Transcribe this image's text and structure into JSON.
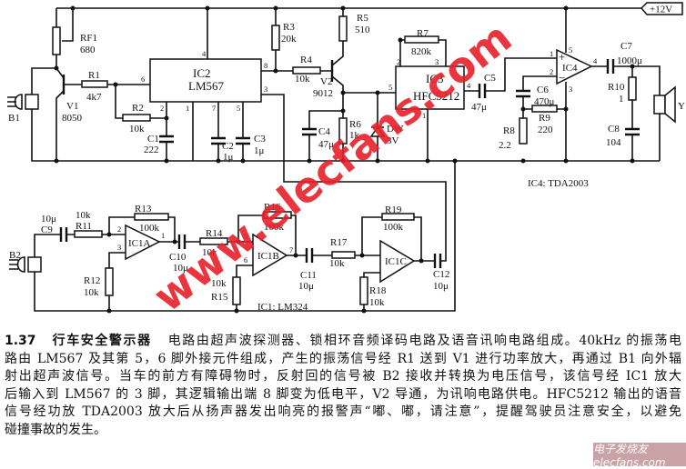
{
  "diagram": {
    "supply": "+12V",
    "RF1": {
      "name": "RF1",
      "value": "680"
    },
    "R1": {
      "name": "R1",
      "value": "4k7"
    },
    "V1": {
      "name": "V1",
      "value": "8050"
    },
    "B1": {
      "name": "B1"
    },
    "R2": {
      "name": "R2",
      "value": "10k"
    },
    "C1": {
      "name": "C1",
      "value": "222"
    },
    "IC2": {
      "name": "IC2",
      "value": "LM567"
    },
    "C2": {
      "name": "C2",
      "value": "1μ"
    },
    "C3": {
      "name": "C3",
      "value": "1μ"
    },
    "R3": {
      "name": "R3",
      "value": "20k"
    },
    "R4": {
      "name": "R4",
      "value": "10k"
    },
    "V2": {
      "name": "V2",
      "value": "9012"
    },
    "R5": {
      "name": "R5",
      "value": "510"
    },
    "C4": {
      "name": "C4",
      "value": "47μ"
    },
    "R6": {
      "name": "R6",
      "value": "1k"
    },
    "DW": {
      "name": "DW",
      "value": "3V"
    },
    "R7": {
      "name": "R7",
      "value": "820k"
    },
    "IC3": {
      "name": "IC3",
      "value": "HFC5212"
    },
    "C5": {
      "name": "C5",
      "value": "47μ"
    },
    "IC4": {
      "name": "IC4"
    },
    "C6": {
      "name": "C6",
      "value": "470μ"
    },
    "R9": {
      "name": "R9",
      "value": "220"
    },
    "R8": {
      "name": "R8",
      "value": "2.2"
    },
    "C7": {
      "name": "C7",
      "value": "1000μ"
    },
    "R10": {
      "name": "R10",
      "value": "1"
    },
    "C8": {
      "name": "C8",
      "value": "104"
    },
    "Y": {
      "name": "Y"
    },
    "ic4_note": "IC4: TDA2003",
    "B2": {
      "name": "B2"
    },
    "C9": {
      "name": "C9",
      "value": "10μ"
    },
    "R11": {
      "name": "R11",
      "value": "10k"
    },
    "R13": {
      "name": "R13",
      "value": "100k"
    },
    "IC1A": {
      "name": "IC1A"
    },
    "R12": {
      "name": "R12",
      "value": "10k"
    },
    "C10": {
      "name": "C10",
      "value": "10μ"
    },
    "R14": {
      "name": "R14",
      "value": "10k"
    },
    "R16": {
      "name": "R16",
      "value": "100k"
    },
    "IC1B": {
      "name": "IC1B"
    },
    "R15": {
      "name": "R15",
      "value": "10k"
    },
    "C11": {
      "name": "C11",
      "value": "10μ"
    },
    "R17": {
      "name": "R17",
      "value": "10k"
    },
    "R19": {
      "name": "R19",
      "value": "100k"
    },
    "IC1C": {
      "name": "IC1C"
    },
    "R18": {
      "name": "R18",
      "value": "10k"
    },
    "C12": {
      "name": "C12",
      "value": "10μ"
    },
    "ic1_note": "IC1: LM324",
    "pins": {
      "ic2_4": "4",
      "ic2_8": "8",
      "ic2_6": "6",
      "ic2_3": "3",
      "ic2_2": "2",
      "ic2_1": "1",
      "ic2_7": "7",
      "ic2_5": "5",
      "ic3_2": "2",
      "ic3_3": "3",
      "ic3_5": "5",
      "ic3_4": "4",
      "ic3_1": "1",
      "ic4_1": "1",
      "ic4_2": "2",
      "ic4_5": "5",
      "ic4_4": "4",
      "ic4_3": "3",
      "ic1a_2": "2",
      "ic1a_3": "3",
      "ic1a_1": "1",
      "ic1b_5": "5",
      "ic1b_6": "6",
      "ic1b_7": "7",
      "plus": "+",
      "minus": "−"
    }
  },
  "watermark": "www.elecfans.com",
  "caption": {
    "number": "1.37",
    "title": "行车安全警示器",
    "lines": [
      "电路由超声波探测器、锁相环音频译码电路及语音讯响电路组成。40kHz 的振荡电",
      "路由 LM567 及其第 5，6 脚外接元件组成，产生的振荡信号经 R1 送到 V1 进行功率放大，再通过 B1 向外辐",
      "射出超声波信号。当车的前方有障碍物时，反射回的信号被 B2 接收并转换为电压信号，该信号经 IC1 放大",
      "后输入到 LM567 的 3 脚，其逻辑输出端 8 脚变为低电平，V2 导通，为讯响电路供电。HFC5212 输出的语音",
      "信号经功放 TDA2003 放大后从扬声器发出响亮的报警声“嘟、嘟，请注意”，提醒驾驶员注意安全，以避免",
      "碰撞事故的发生。"
    ]
  },
  "logo": "电子发烧友 elecfans.com"
}
